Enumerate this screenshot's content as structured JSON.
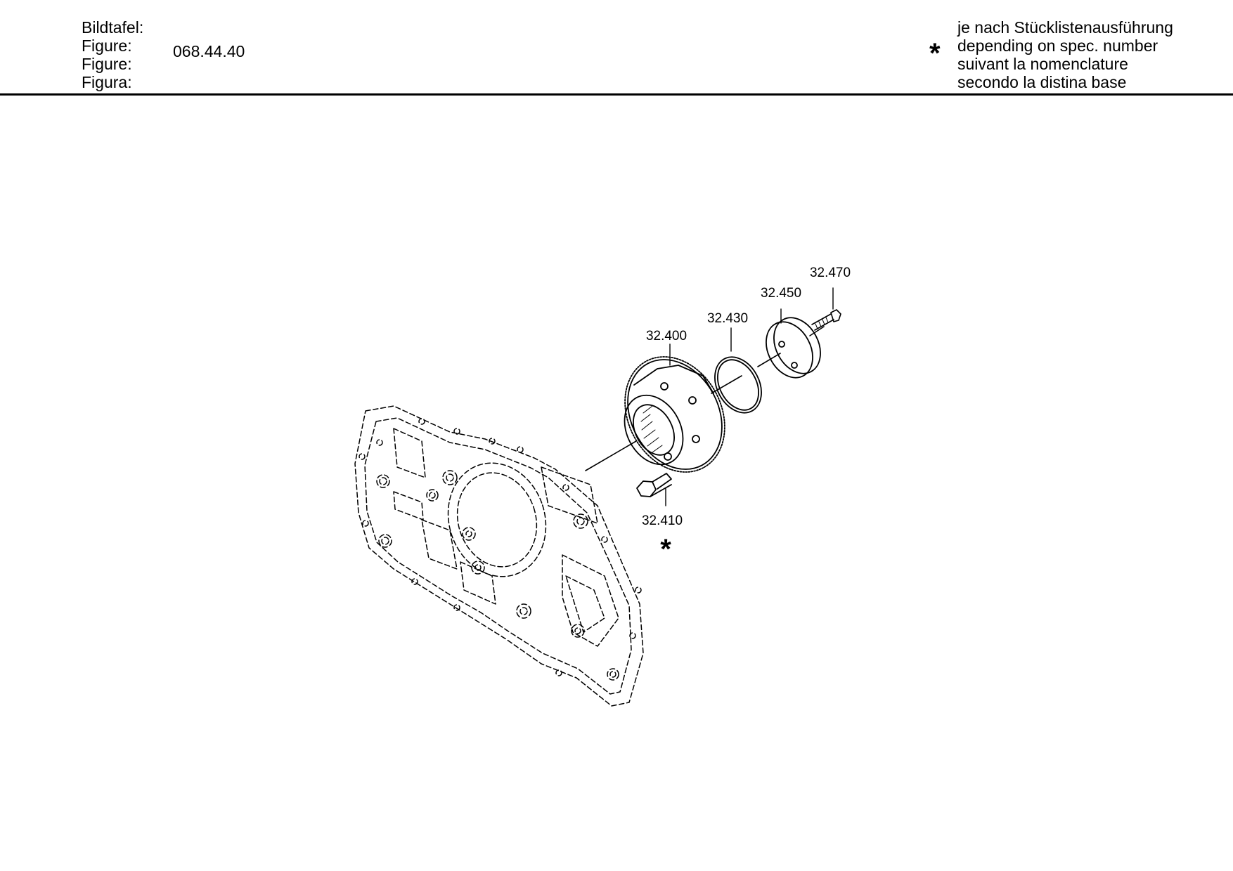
{
  "header": {
    "labels": [
      "Bildtafel:",
      "Figure:",
      "Figure:",
      "Figura:"
    ],
    "figure_number": "068.44.40"
  },
  "legend": {
    "symbol": "*",
    "lines": [
      "je nach Stücklistenausführung",
      "depending on spec. number",
      "suivant la nomenclature",
      "secondo la distina base"
    ]
  },
  "parts": {
    "p32400": "32.400",
    "p32410": "32.410",
    "p32430": "32.430",
    "p32450": "32.450",
    "p32470": "32.470",
    "p32410_note": "*"
  }
}
